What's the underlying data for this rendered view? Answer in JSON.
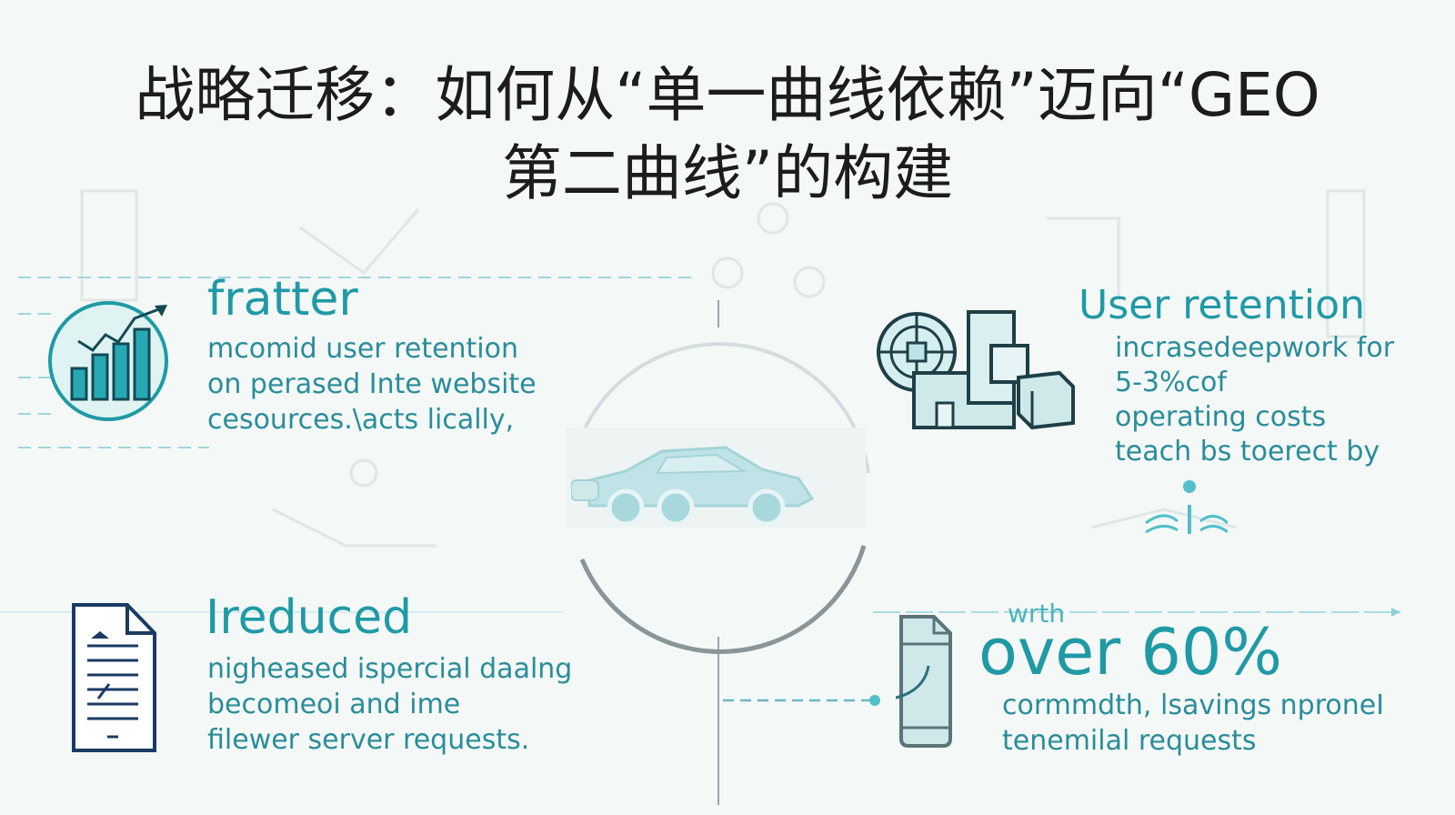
{
  "title": {
    "line1": "战略迁移：如何从“单一曲线依赖”迈向“GEO",
    "line2": "第二曲线”的构建"
  },
  "blocks": {
    "top_left": {
      "heading": "fratter",
      "lines": [
        "mcomid user retention",
        "on perased Inte website",
        "cesources.\\acts lically,"
      ],
      "icon": "growth-chart-icon"
    },
    "top_right": {
      "heading": "User retention",
      "lines": [
        "incrasedeepwork for",
        "5-3%cof",
        "operating costs",
        "teach bs toerect by"
      ],
      "icon": "server-globe-icon"
    },
    "bottom_left": {
      "heading": "Ireduced",
      "lines": [
        "nigheased ispercial daalng",
        "becomeoi and ime",
        "filewer server requests."
      ],
      "icon": "document-icon"
    },
    "bottom_right": {
      "small_label": "wrth",
      "heading": "over 60%",
      "lines": [
        "cormmdth, lsavings nproneI",
        "tenemilal requests"
      ],
      "icon": "phone-icon"
    }
  },
  "center": {
    "icon": "car-icon"
  },
  "colors": {
    "accent": "#1f9aa5",
    "text_accent": "#2a8d99",
    "title": "#1c1c1c",
    "circle": "#8a9599",
    "background": "#f4f8f7"
  }
}
